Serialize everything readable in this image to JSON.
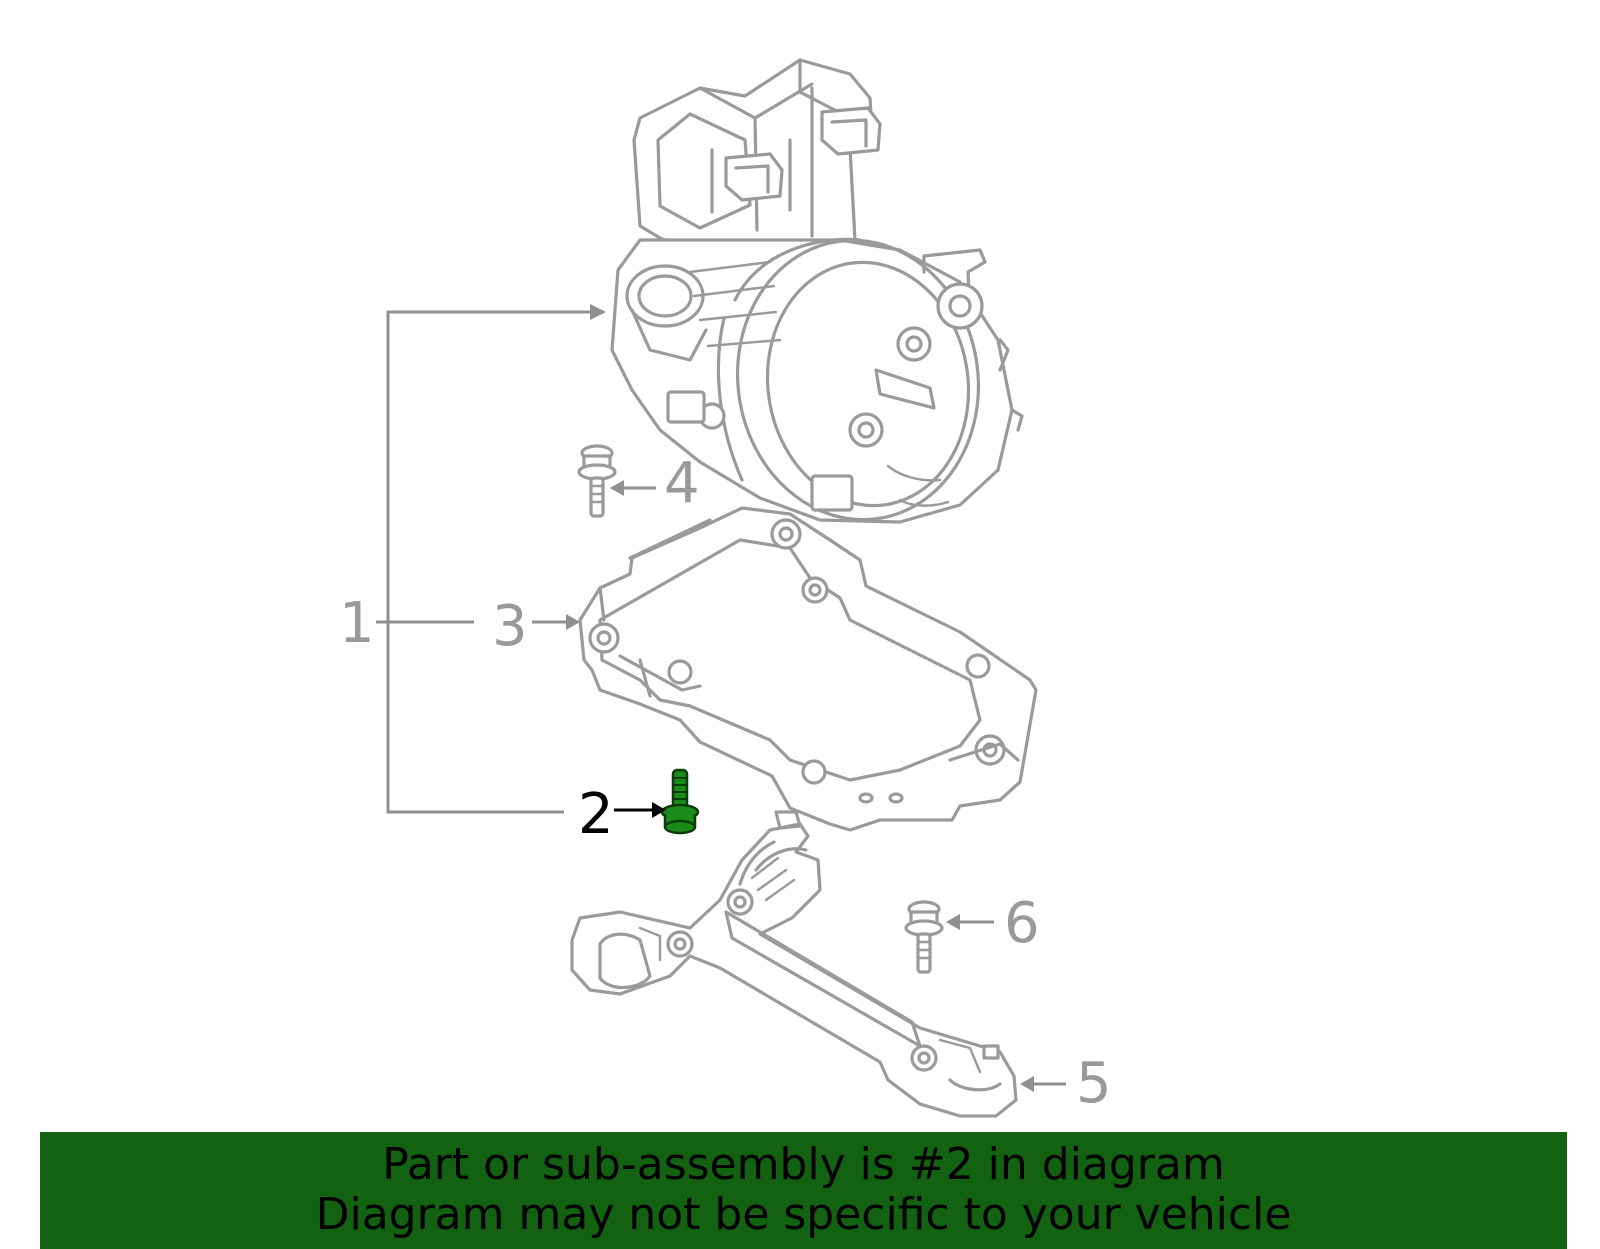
{
  "colors": {
    "line_art": "#9a9a9a",
    "highlight_part": "#1a8a1a",
    "banner_background": "#126212",
    "banner_text": "#000000"
  },
  "callouts": {
    "c1": "1",
    "c2": "2",
    "c3": "3",
    "c4": "4",
    "c5": "5",
    "c6": "6"
  },
  "highlighted_callout": "2",
  "banner": {
    "line1": "Part or sub-assembly is #2 in diagram",
    "line2": "Diagram may not be specific to your vehicle"
  }
}
